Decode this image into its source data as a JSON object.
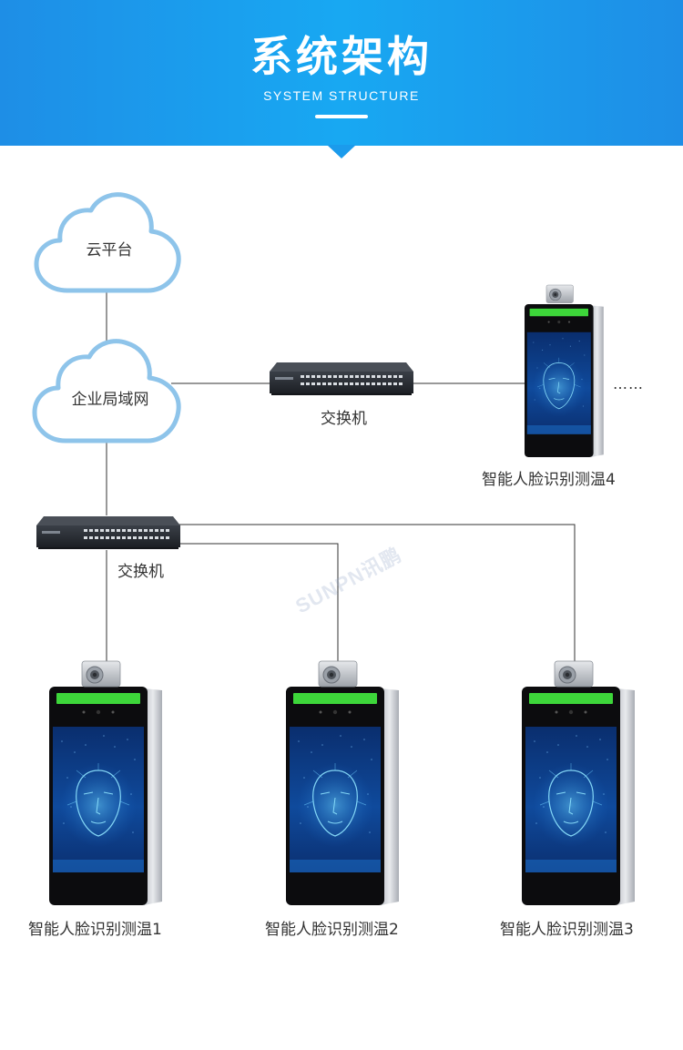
{
  "header": {
    "title": "系统架构",
    "subtitle": "SYSTEM STRUCTURE"
  },
  "nodes": {
    "cloud_platform": "云平台",
    "enterprise_lan": "企业局域网",
    "switch_top": "交换机",
    "switch_main": "交换机",
    "device_4": "智能人脸识别测温4",
    "device_1": "智能人脸识别测温1",
    "device_2": "智能人脸识别测温2",
    "device_3": "智能人脸识别测温3",
    "more_devices": "……"
  },
  "watermark": "SUNPN讯鹏",
  "colors": {
    "header_blue": "#1b9bec",
    "cloud_stroke": "#8ec4ea",
    "line": "#333333",
    "switch_body": "#2b2f36",
    "screen_blue": "#0d3f8a",
    "status_bar_green": "#3dd63a"
  }
}
